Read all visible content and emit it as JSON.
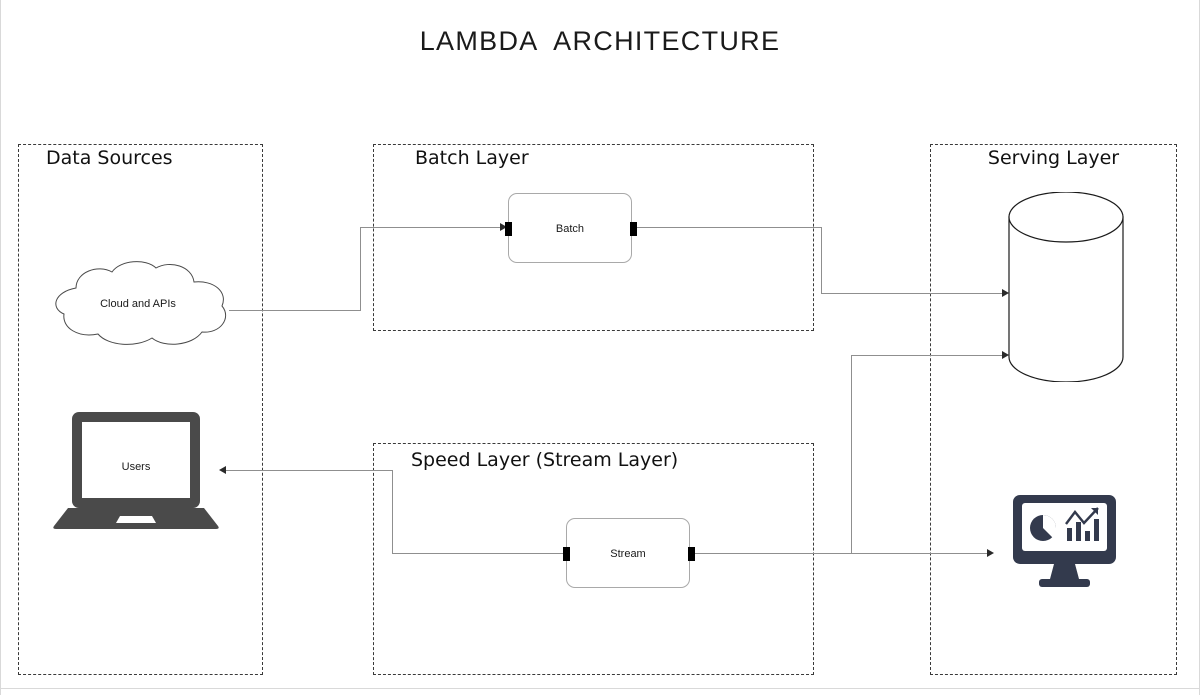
{
  "title": "LAMBDA  ARCHITECTURE",
  "panels": [
    {
      "key": "data_sources",
      "label": "Data Sources"
    },
    {
      "key": "batch_layer",
      "label": "Batch Layer"
    },
    {
      "key": "speed_layer",
      "label": "Speed Layer (Stream Layer)"
    },
    {
      "key": "serving_layer",
      "label": "Serving Layer"
    }
  ],
  "nodes": {
    "cloud": {
      "label": "Cloud and APIs",
      "icon": "cloud-icon"
    },
    "users": {
      "label": "Users",
      "icon": "laptop-icon"
    },
    "batch": {
      "label": "Batch",
      "icon": "process-box"
    },
    "stream": {
      "label": "Stream",
      "icon": "process-box"
    },
    "database": {
      "label": "",
      "icon": "database-cylinder-icon"
    },
    "dashboard": {
      "label": "",
      "icon": "dashboard-monitor-icon"
    }
  },
  "colors": {
    "panel_border": "#3a3a3a",
    "connector": "#8f8f8f",
    "arrow": "#2a2a2a",
    "box_border": "#a9a9a9",
    "laptop_body": "#4a4a4a",
    "monitor_body": "#333a4d",
    "text": "#1a1a1a",
    "background": "#ffffff"
  },
  "connections": [
    {
      "from": "cloud",
      "to": "batch",
      "style": "orthogonal",
      "arrow": "end"
    },
    {
      "from": "batch",
      "to": "database",
      "style": "orthogonal",
      "arrow": "end"
    },
    {
      "from": "stream",
      "to": "database",
      "style": "orthogonal",
      "arrow": "end"
    },
    {
      "from": "stream",
      "to": "dashboard",
      "style": "straight",
      "arrow": "end"
    },
    {
      "from": "stream",
      "to": "users",
      "style": "orthogonal",
      "arrow": "end"
    }
  ]
}
